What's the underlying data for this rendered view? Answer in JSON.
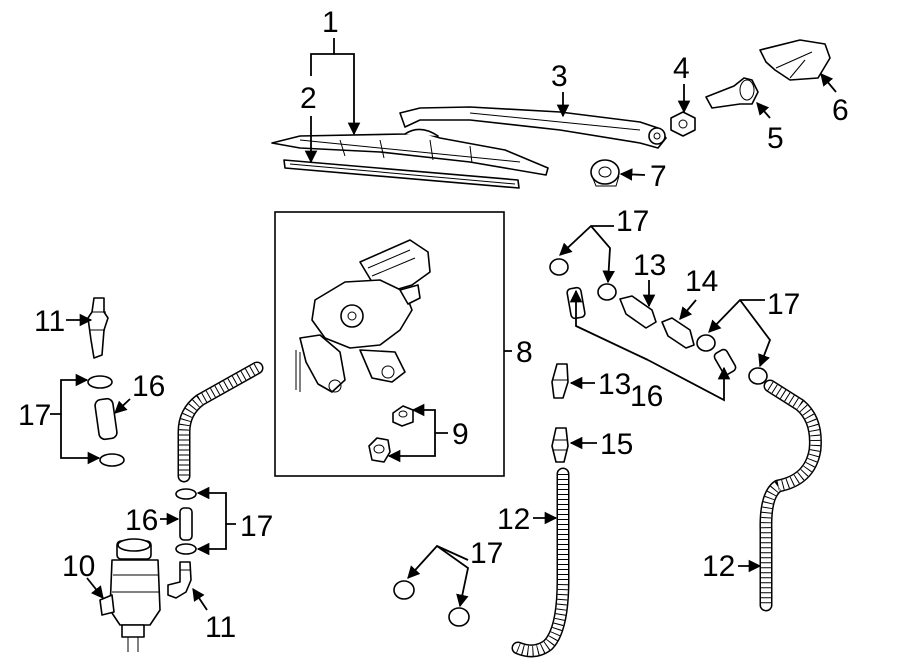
{
  "callouts": {
    "c1": "1",
    "c2": "2",
    "c3": "3",
    "c4": "4",
    "c5": "5",
    "c6": "6",
    "c7": "7",
    "c8": "8",
    "c9": "9",
    "c10": "10",
    "c11a": "11",
    "c11b": "11",
    "c12a": "12",
    "c12b": "12",
    "c13a": "13",
    "c13b": "13",
    "c14": "14",
    "c15": "15",
    "c16a": "16",
    "c16b": "16",
    "c16c": "16",
    "c17a": "17",
    "c17b": "17",
    "c17c": "17",
    "c17d": "17",
    "c17e": "17"
  }
}
